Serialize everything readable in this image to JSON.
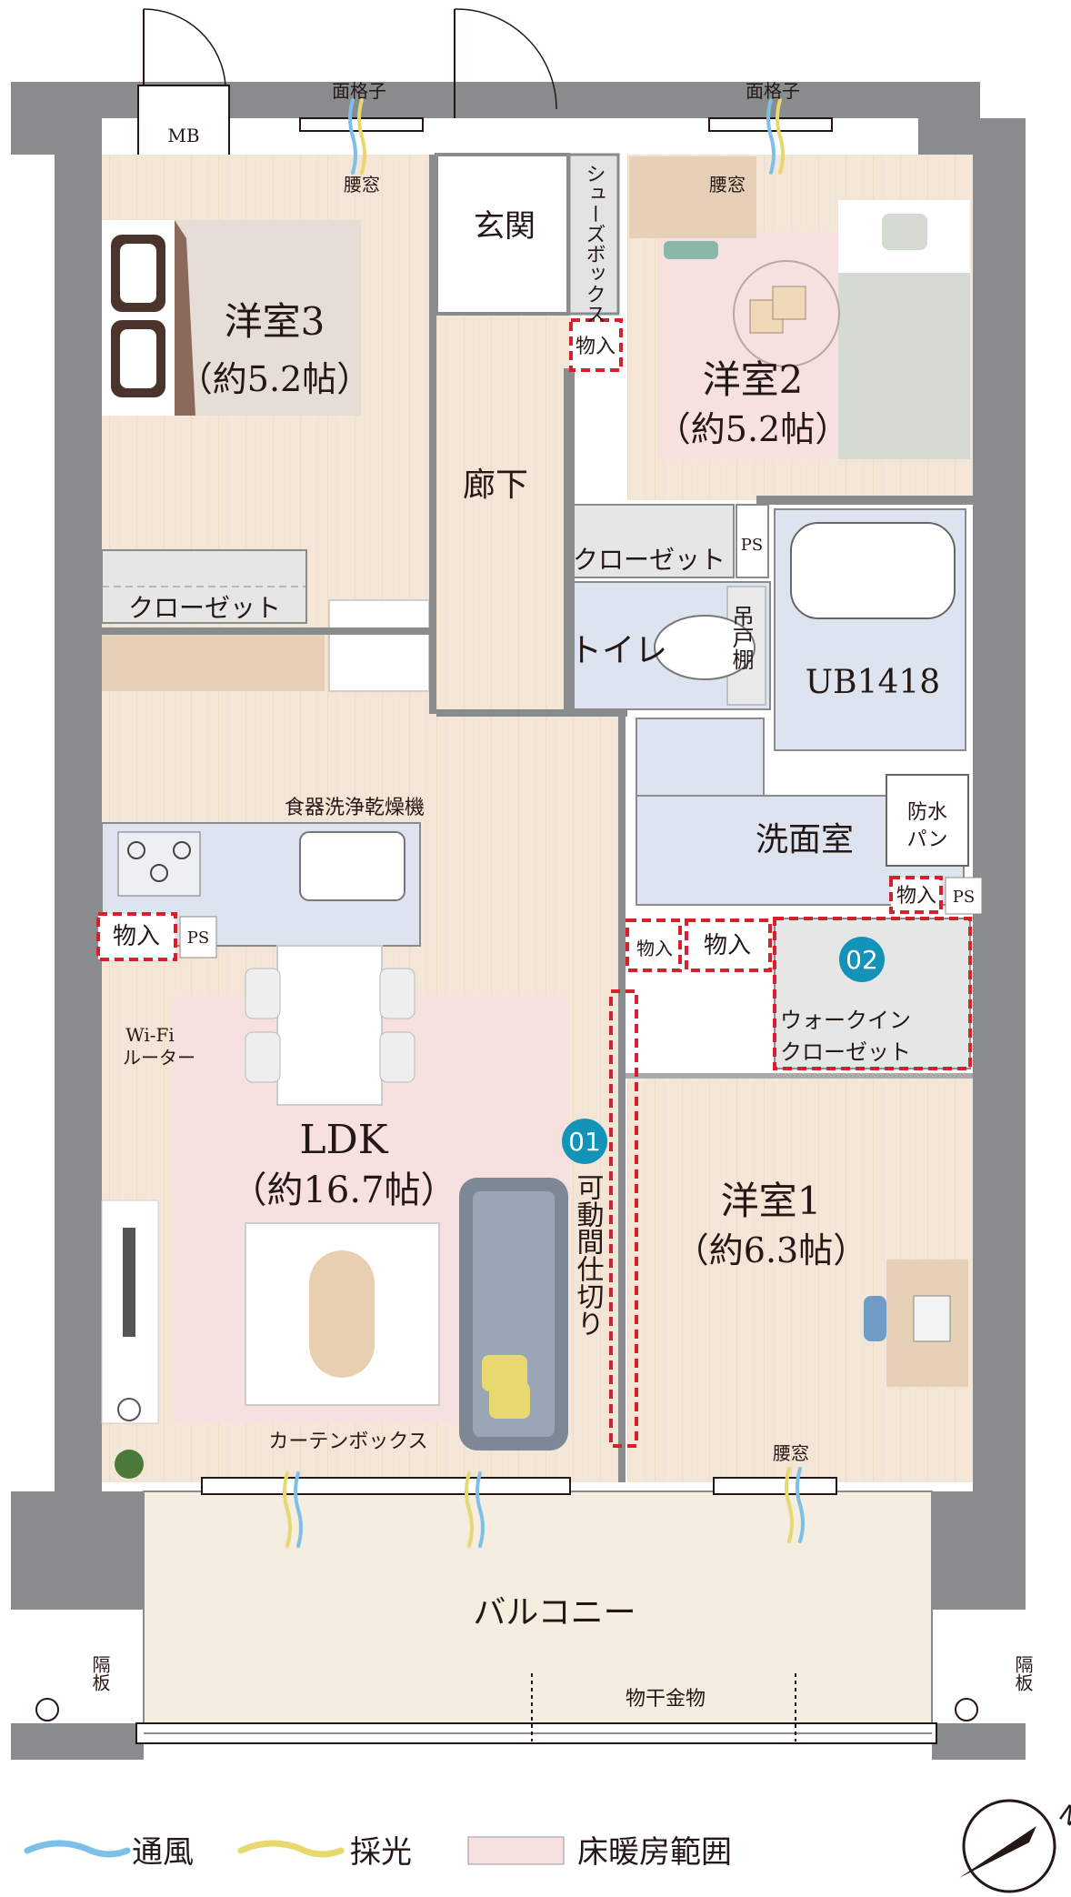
{
  "colors": {
    "wall": "#8a8b8d",
    "floor": "#f3e6d6",
    "heated": "#f7e0e0",
    "wet": "#dde4ef",
    "badge": "#1493b8",
    "dashed_red": "#d6202a",
    "wind": "#7cc0e8",
    "light": "#e8d870"
  },
  "rooms": {
    "mb": "MB",
    "entrance": "玄関",
    "shoe_box": "シューズボックス",
    "room3_name": "洋室3",
    "room3_size": "（約5.2帖）",
    "room2_name": "洋室2",
    "room2_size": "（約5.2帖）",
    "hallway": "廊下",
    "closet_room3": "クローゼット",
    "closet_room2": "クローゼット",
    "toilet": "トイレ",
    "hanging_shelf": "吊戸棚",
    "bath": "UB1418",
    "washroom": "洗面室",
    "waterproof_pan": "防水パン",
    "ldk_name": "LDK",
    "ldk_size": "（約16.7帖）",
    "room1_name": "洋室1",
    "room1_size": "（約6.3帖）",
    "walk_in_closet": "ウォークイン\nクローゼット",
    "balcony": "バルコニー"
  },
  "labels": {
    "lattice_left": "面格子",
    "lattice_right": "面格子",
    "waist_window_left": "腰窓",
    "waist_window_right": "腰窓",
    "waist_window_room1": "腰窓",
    "storage": "物入",
    "ps": "PS",
    "dishwasher": "食器洗浄乾燥機",
    "wifi": "Wi-Fi\nルーター",
    "movable_partition": "可動間仕切り",
    "curtain_box": "カーテンボックス",
    "partition_board": "隔板",
    "drying_rack": "物干金物",
    "badge_01": "01",
    "badge_02": "02"
  },
  "legend": {
    "ventilation": "通風",
    "daylight": "採光",
    "floor_heating": "床暖房範囲"
  },
  "compass": {
    "north": "N"
  }
}
